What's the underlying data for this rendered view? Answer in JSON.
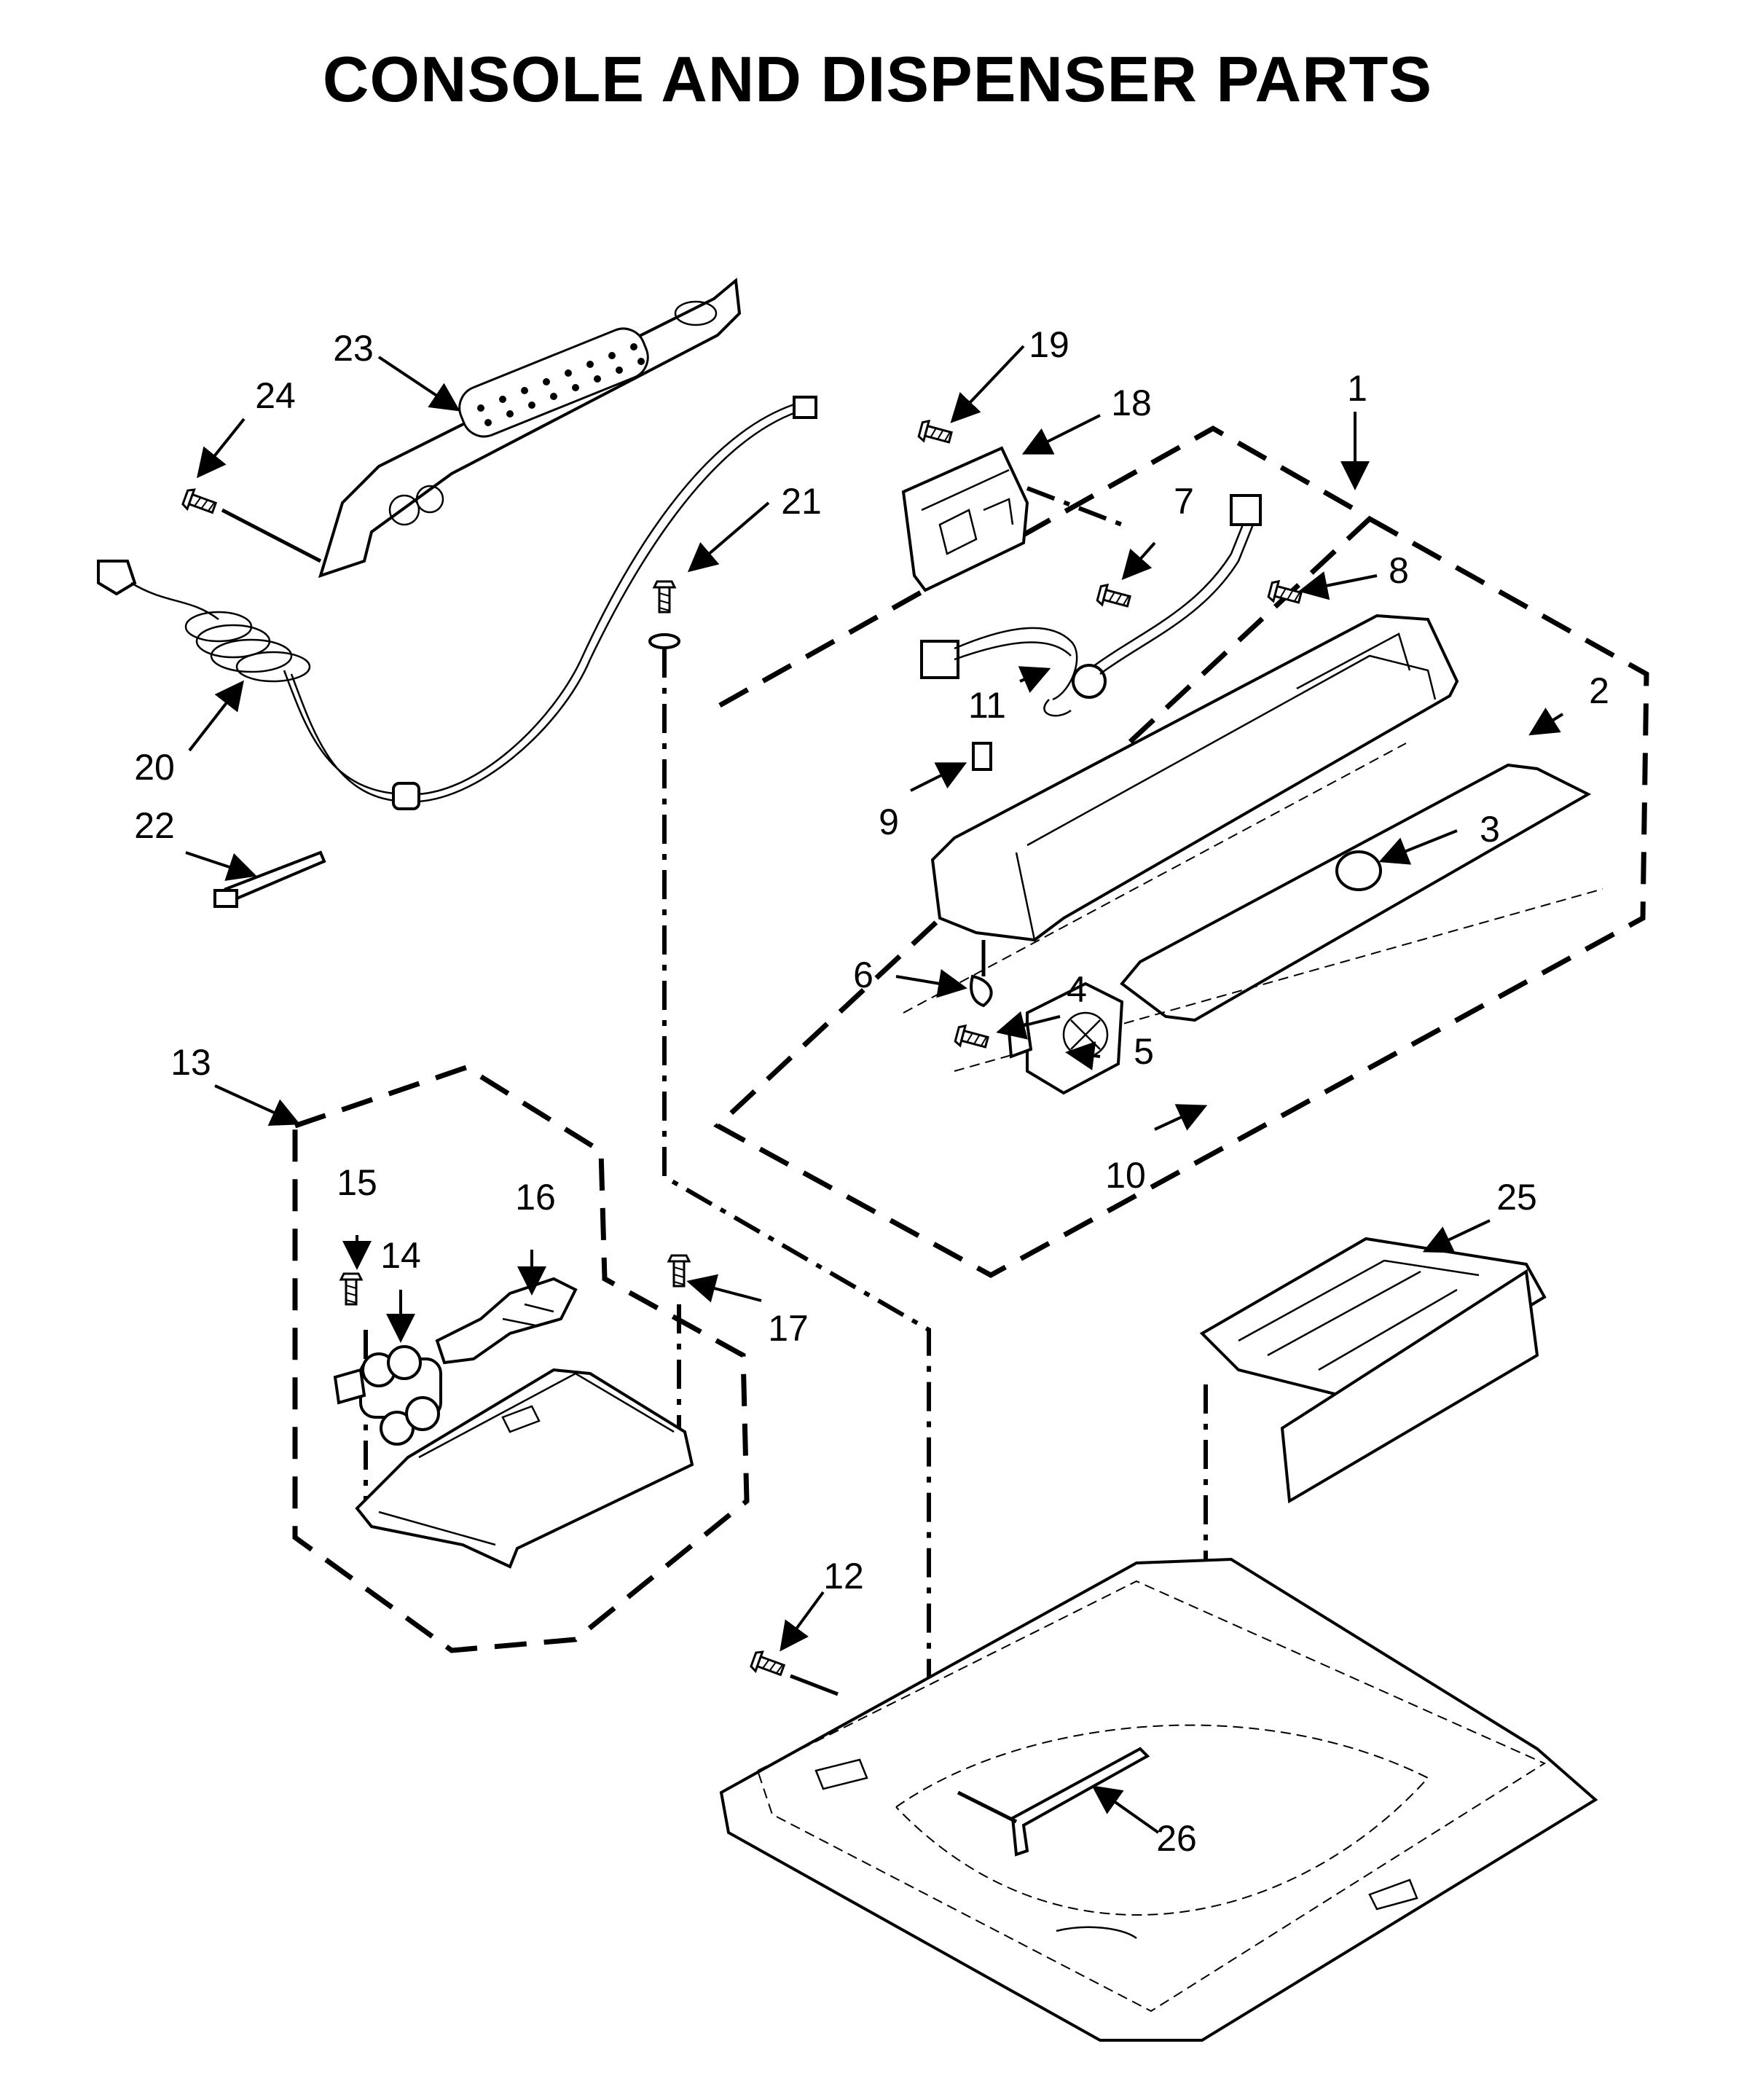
{
  "title": "CONSOLE AND DISPENSER PARTS",
  "callouts": [
    {
      "id": "1",
      "label": "1"
    },
    {
      "id": "2",
      "label": "2"
    },
    {
      "id": "3",
      "label": "3"
    },
    {
      "id": "4",
      "label": "4"
    },
    {
      "id": "5",
      "label": "5"
    },
    {
      "id": "6",
      "label": "6"
    },
    {
      "id": "7",
      "label": "7"
    },
    {
      "id": "8",
      "label": "8"
    },
    {
      "id": "9",
      "label": "9"
    },
    {
      "id": "10",
      "label": "10"
    },
    {
      "id": "11",
      "label": "11"
    },
    {
      "id": "12",
      "label": "12"
    },
    {
      "id": "13",
      "label": "13"
    },
    {
      "id": "14",
      "label": "14"
    },
    {
      "id": "15",
      "label": "15"
    },
    {
      "id": "16",
      "label": "16"
    },
    {
      "id": "17",
      "label": "17"
    },
    {
      "id": "18",
      "label": "18"
    },
    {
      "id": "19",
      "label": "19"
    },
    {
      "id": "20",
      "label": "20"
    },
    {
      "id": "21",
      "label": "21"
    },
    {
      "id": "22",
      "label": "22"
    },
    {
      "id": "23",
      "label": "23"
    },
    {
      "id": "24",
      "label": "24"
    },
    {
      "id": "25",
      "label": "25"
    },
    {
      "id": "26",
      "label": "26"
    }
  ]
}
